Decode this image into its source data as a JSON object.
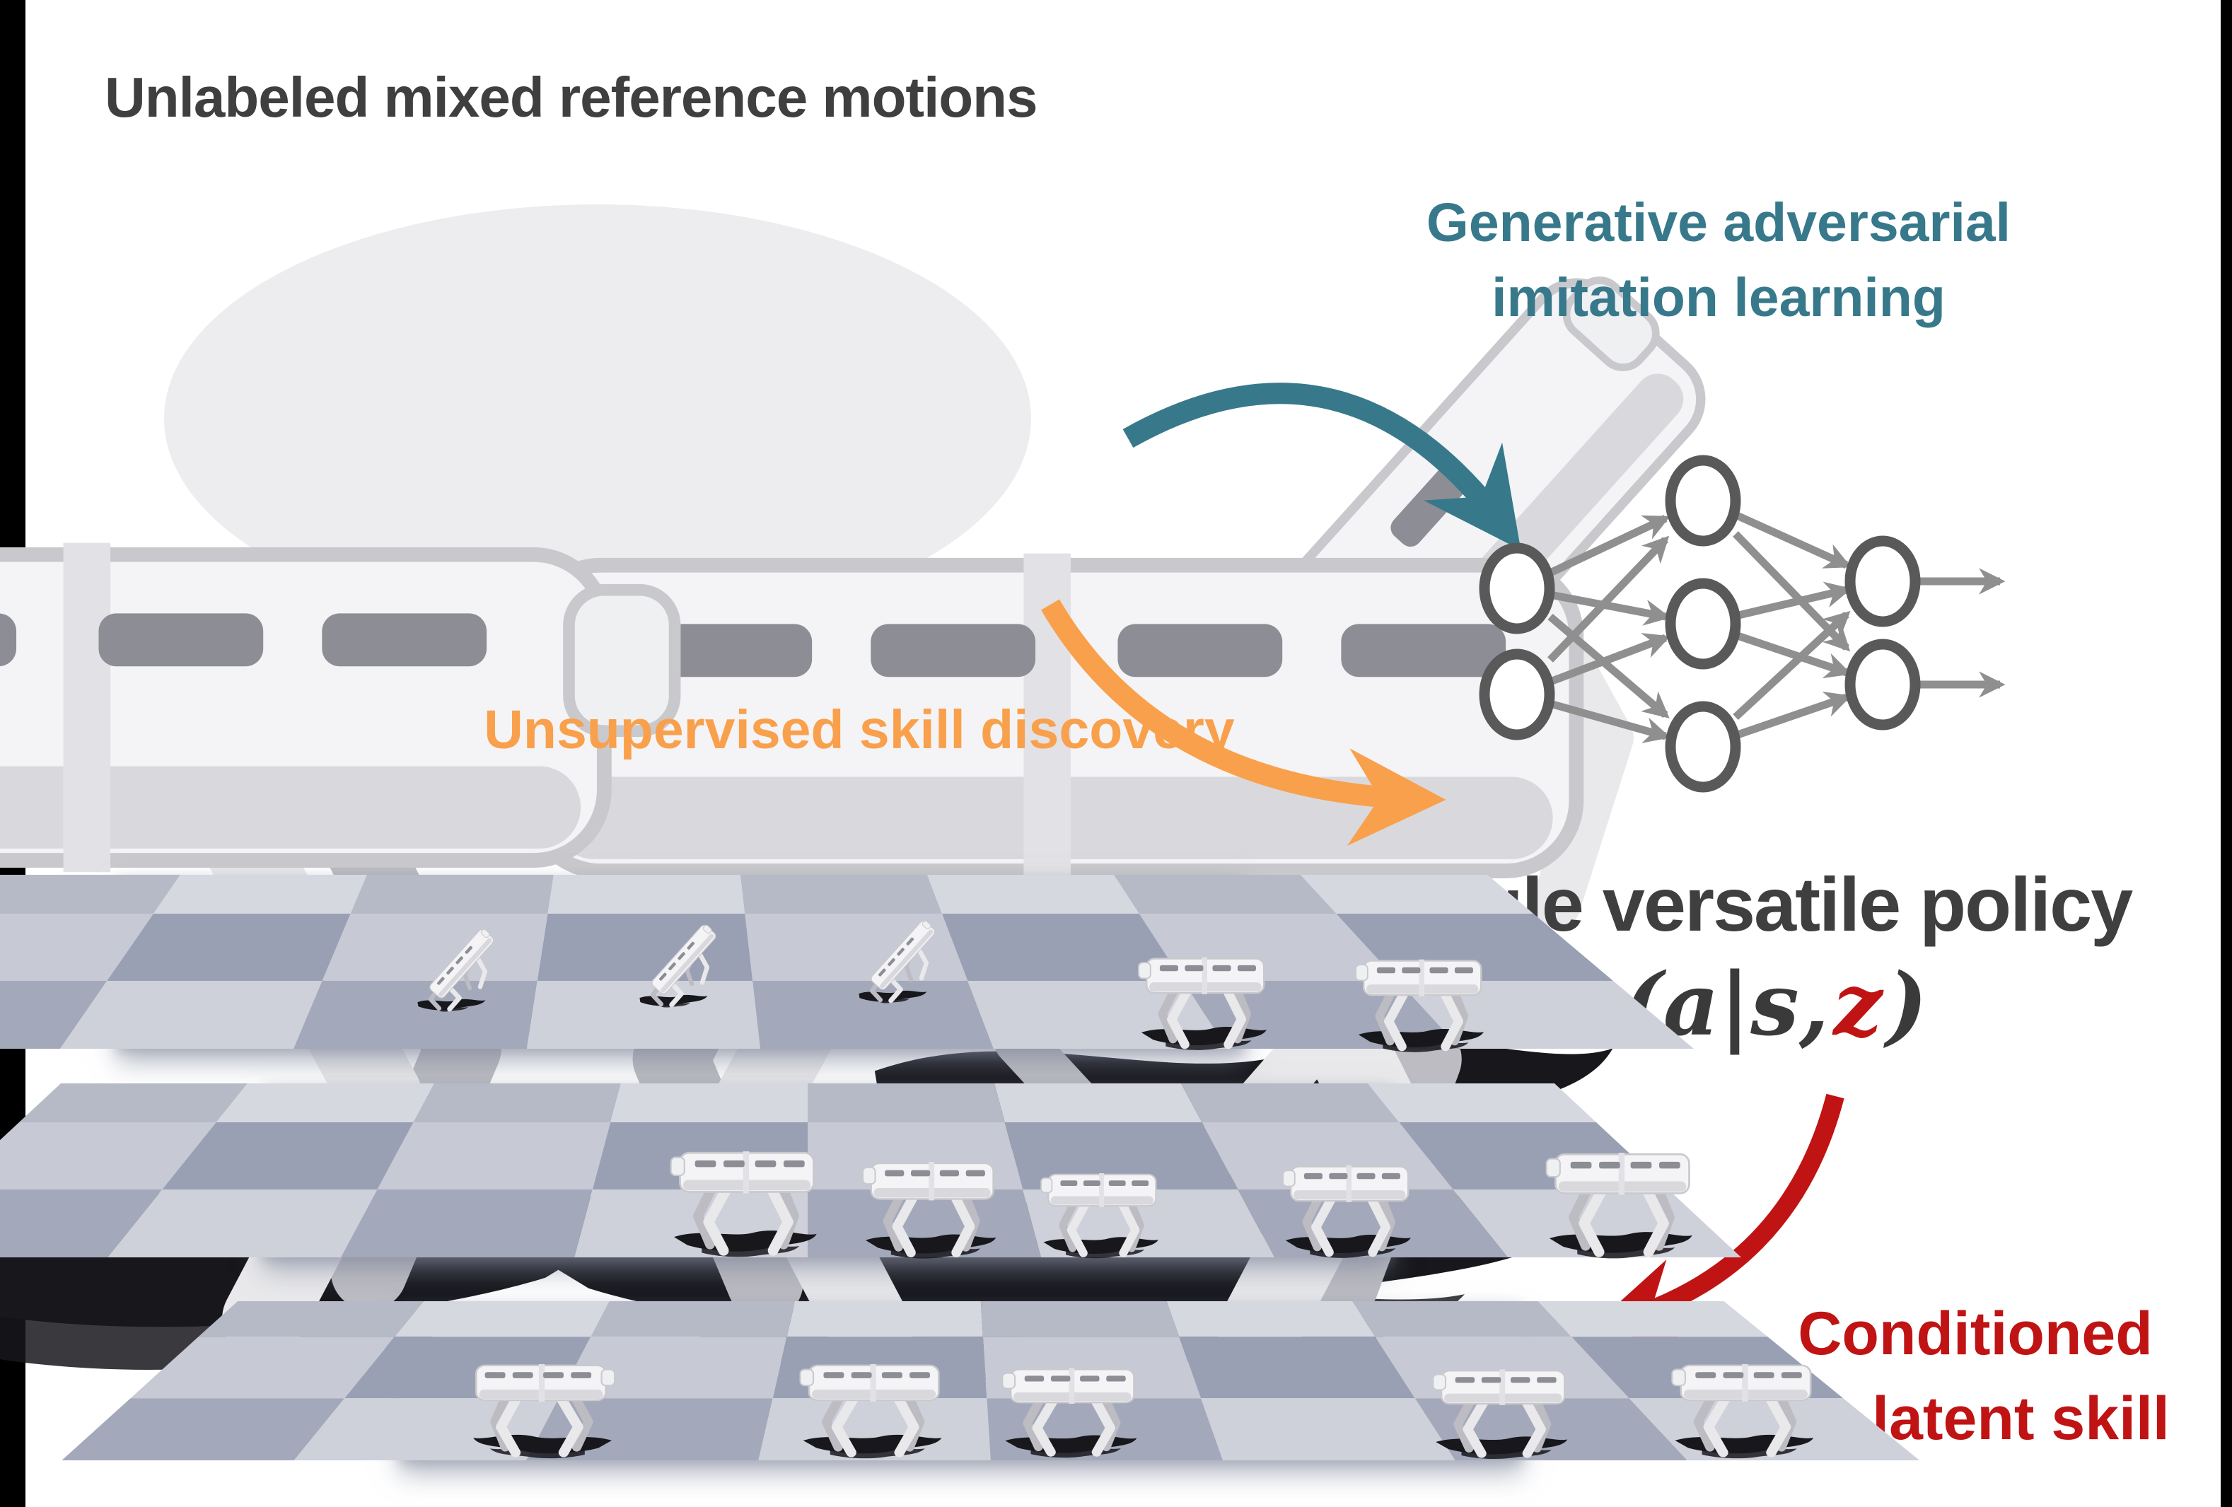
{
  "figure": {
    "title": "Unlabeled mixed reference motions",
    "gail_label_line1": "Generative adversarial",
    "gail_label_line2": "imitation learning",
    "skill_discovery_label": "Unsupervised skill discovery",
    "policy_title": "Single versatile policy",
    "formula": {
      "prefix": "π(a|s,",
      "latent": "z",
      "suffix": ")"
    },
    "conditioned_line1": "Conditioned",
    "conditioned_line2": "on latent skill",
    "network": {
      "input_nodes": 2,
      "hidden_nodes": 3,
      "output_nodes": 2
    },
    "motion_strips": 3,
    "robots_per_strip": 5,
    "reference_robots": 3
  },
  "colors": {
    "teal": "#37798b",
    "orange": "#f9a04c",
    "red": "#c01313",
    "ink": "#3f3f3f",
    "node": "#595959",
    "edge": "#8f8f8f",
    "scene": "#ededef",
    "bar": "#000000"
  }
}
